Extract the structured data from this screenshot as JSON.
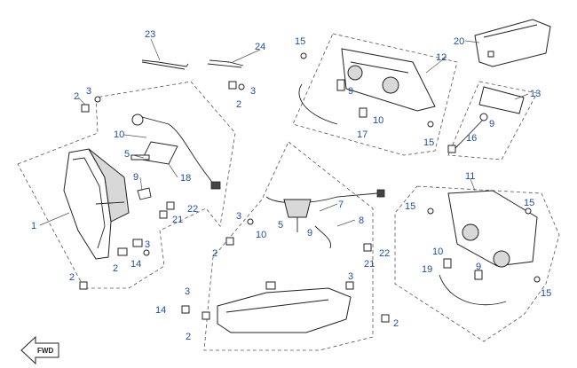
{
  "callouts": [
    {
      "id": "c1",
      "text": "1"
    },
    {
      "id": "c2a",
      "text": "2"
    },
    {
      "id": "c2b",
      "text": "2"
    },
    {
      "id": "c2c",
      "text": "2"
    },
    {
      "id": "c2d",
      "text": "2"
    },
    {
      "id": "c2e",
      "text": "2"
    },
    {
      "id": "c2f",
      "text": "2"
    },
    {
      "id": "c2g",
      "text": "2"
    },
    {
      "id": "c3a",
      "text": "3"
    },
    {
      "id": "c3b",
      "text": "3"
    },
    {
      "id": "c3c",
      "text": "3"
    },
    {
      "id": "c3d",
      "text": "3"
    },
    {
      "id": "c3e",
      "text": "3"
    },
    {
      "id": "c3f",
      "text": "3"
    },
    {
      "id": "c5a",
      "text": "5"
    },
    {
      "id": "c5b",
      "text": "5"
    },
    {
      "id": "c7",
      "text": "7"
    },
    {
      "id": "c8",
      "text": "8"
    },
    {
      "id": "c9a",
      "text": "9"
    },
    {
      "id": "c9b",
      "text": "9"
    },
    {
      "id": "c9c",
      "text": "9"
    },
    {
      "id": "c9d",
      "text": "9"
    },
    {
      "id": "c9e",
      "text": "9"
    },
    {
      "id": "c10a",
      "text": "10"
    },
    {
      "id": "c10b",
      "text": "10"
    },
    {
      "id": "c10c",
      "text": "10"
    },
    {
      "id": "c10d",
      "text": "10"
    },
    {
      "id": "c11",
      "text": "11"
    },
    {
      "id": "c12",
      "text": "12"
    },
    {
      "id": "c13",
      "text": "13"
    },
    {
      "id": "c14a",
      "text": "14"
    },
    {
      "id": "c14b",
      "text": "14"
    },
    {
      "id": "c15a",
      "text": "15"
    },
    {
      "id": "c15b",
      "text": "15"
    },
    {
      "id": "c15c",
      "text": "15"
    },
    {
      "id": "c15d",
      "text": "15"
    },
    {
      "id": "c15e",
      "text": "15"
    },
    {
      "id": "c16",
      "text": "16"
    },
    {
      "id": "c17",
      "text": "17"
    },
    {
      "id": "c18",
      "text": "18"
    },
    {
      "id": "c19",
      "text": "19"
    },
    {
      "id": "c20",
      "text": "20"
    },
    {
      "id": "c21a",
      "text": "21"
    },
    {
      "id": "c21b",
      "text": "21"
    },
    {
      "id": "c22a",
      "text": "22"
    },
    {
      "id": "c22b",
      "text": "22"
    },
    {
      "id": "c23",
      "text": "23"
    },
    {
      "id": "c24",
      "text": "24"
    }
  ],
  "fwd_arrow": {
    "text": "FWD"
  },
  "colors": {
    "label": "#1f4fa0",
    "line": "#222222",
    "dashed": "#555555"
  }
}
